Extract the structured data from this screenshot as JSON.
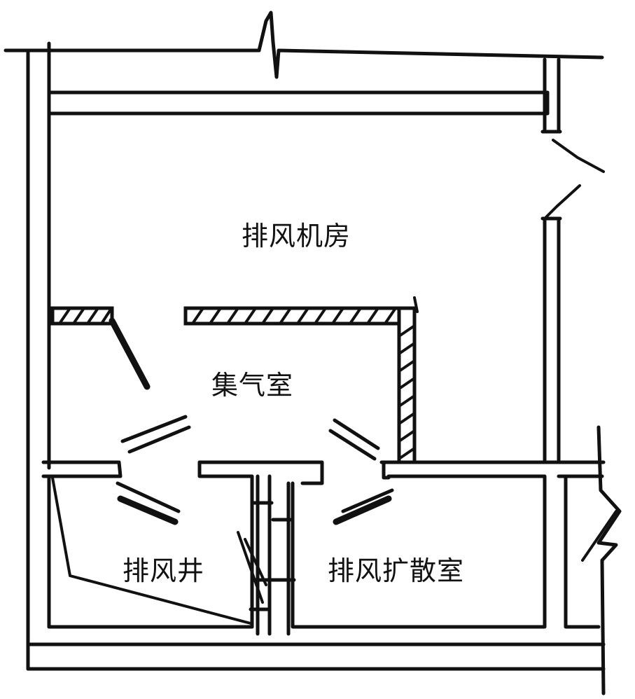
{
  "rooms": {
    "machine_room": "排风机房",
    "plenum": "集气室",
    "shaft": "排风井",
    "diffusion_room": "排风扩散室"
  },
  "colors": {
    "ink": "#111111",
    "paper": "#ffffff"
  }
}
